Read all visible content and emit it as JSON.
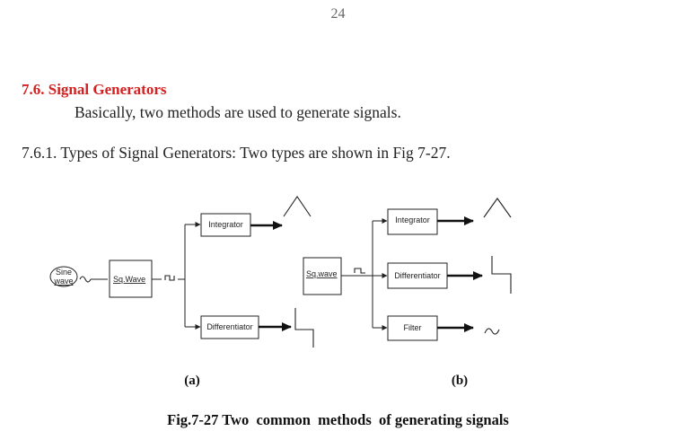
{
  "page_number": "24",
  "section": {
    "heading": "7.6. Signal Generators",
    "intro": "Basically, two methods are used to generate signals.",
    "subsection": "7.6.1. Types of Signal Generators: Two types are shown in Fig 7-27."
  },
  "figure": {
    "a": {
      "source_label_1": "Sine",
      "source_label_2": "wave",
      "squarer_label": "Sq.Wave",
      "top_block": "Integrator",
      "bottom_block": "Differentiator",
      "sublabel": "(a)"
    },
    "b": {
      "input_label": "Sq.wave",
      "block_1": "Integrator",
      "block_2": "Differentiator",
      "block_3": "Filter",
      "sublabel": "(b)"
    },
    "caption": {
      "prefix": "Fig.7-27",
      "text": " Two  common  methods  of generating signals"
    }
  }
}
